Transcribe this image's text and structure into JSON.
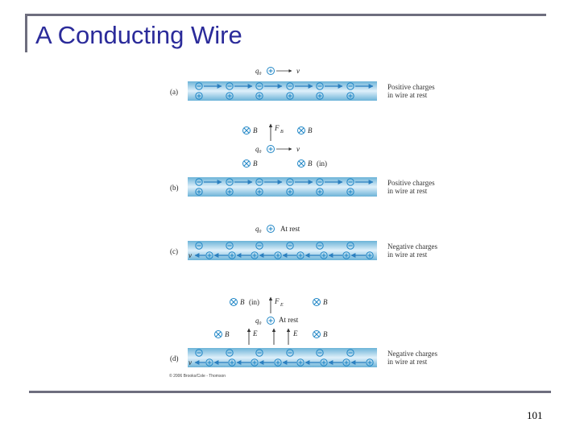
{
  "slide": {
    "title": "A Conducting Wire",
    "page_number": "101"
  },
  "figure": {
    "panel_a": {
      "tag": "(a)",
      "caption_line1": "Positive charges",
      "caption_line2": "in wire at rest",
      "q0": "q₀",
      "v": "v⃗"
    },
    "panel_b": {
      "tag": "(b)",
      "caption_line1": "Positive charges",
      "caption_line2": "in wire at rest",
      "q0": "q₀",
      "v": "v⃗",
      "B": "B⃗",
      "FB": "F⃗",
      "FB_sub": "B",
      "in_label": "(in)"
    },
    "panel_c": {
      "tag": "(c)",
      "caption_line1": "Negative charges",
      "caption_line2": "in wire at rest",
      "q0": "q₀",
      "at_rest": "At rest",
      "v": "v"
    },
    "panel_d": {
      "tag": "(d)",
      "caption_line1": "Negative charges",
      "caption_line2": "in wire at rest",
      "q0": "q₀",
      "at_rest": "At rest",
      "B": "B⃗",
      "in_label": "(in)",
      "FE": "F⃗",
      "FE_sub": "E",
      "E": "E⃗",
      "v": "v"
    },
    "copyright": "© 2006 Brooks/Cole - Thomson",
    "colors": {
      "wire_edge": "#6cb3d8",
      "wire_mid": "#dff0fa",
      "charge": "#1f86c6",
      "arrow": "#2a7fc0"
    }
  }
}
